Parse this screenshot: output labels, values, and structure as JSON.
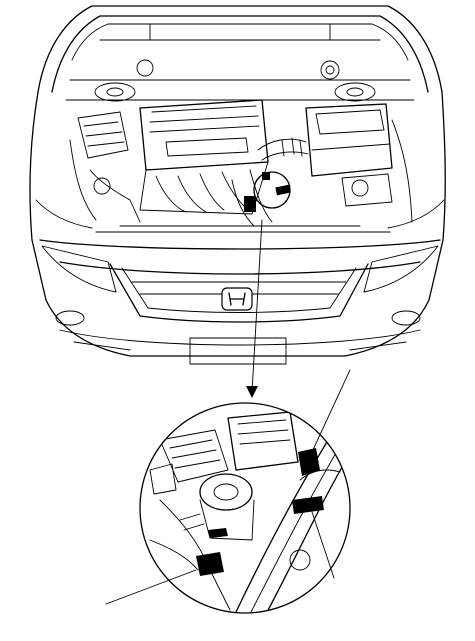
{
  "diagram": {
    "subject": "engine-compartment-connector-locations",
    "brand_emblem": "honda-h-emblem",
    "ink_color": "#000000",
    "paper_color": "#ffffff",
    "highlighted_connectors_overview": 2,
    "highlighted_connectors_detail": 3,
    "callout_leader_lines": 3
  }
}
